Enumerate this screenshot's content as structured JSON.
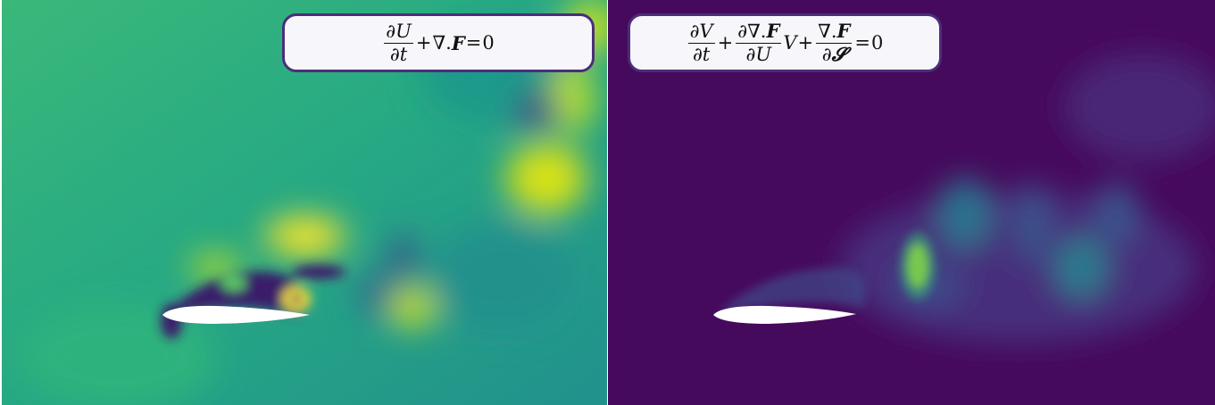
{
  "equations": {
    "left": {
      "d1": "∂U",
      "d2": "∂t",
      "plus": "+",
      "nabla": "∇",
      "dot": ".",
      "F": "F",
      "eq": "=",
      "zero": "0"
    },
    "right": {
      "f1_num": "∂V",
      "f1_den": "∂t",
      "plus1": "+",
      "f2_num_d": "∂",
      "f2_num_nabla": "∇",
      "f2_num_dot": ".",
      "f2_num_F": "F",
      "f2_den": "∂U",
      "V": "V",
      "plus2": "+",
      "f3_num_nabla": "∇",
      "f3_num_dot": ".",
      "f3_num_F": "F",
      "f3_den_d": "∂",
      "f3_den_S": "𝓢",
      "eq": "=",
      "zero": "0"
    }
  },
  "colors": {
    "left_background": "#2bb07f",
    "right_background": "#44095e",
    "equation_border": "#4b2d7a",
    "equation_fill": "#f7f6fb",
    "airfoil": "#ffffff"
  }
}
